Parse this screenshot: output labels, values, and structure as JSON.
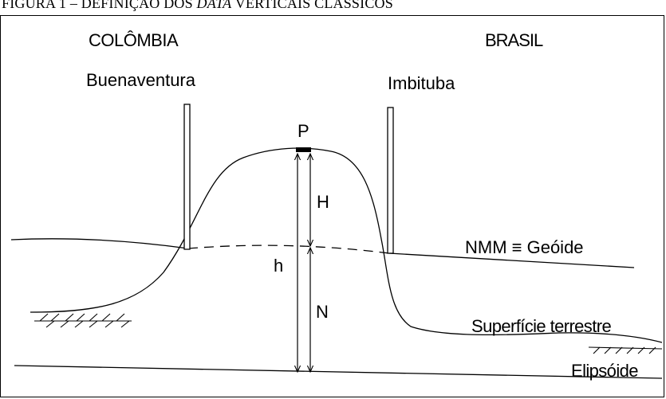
{
  "caption": {
    "prefix": "FIGURA 1 – DEFINIÇÃO DOS ",
    "italic": "DATA",
    "suffix": " VERTICAIS CLÁSSICOS"
  },
  "labels": {
    "country_left": "COLÔMBIA",
    "country_right": "BRASIL",
    "station_left": "Buenaventura",
    "station_right": "Imbituba",
    "point": "P",
    "orthometric_height": "H",
    "ellipsoidal_height": "h",
    "geoid_undulation": "N",
    "geoid": "NMM ≡ Geóide",
    "terrain": "Superfície terrestre",
    "ellipsoid": "Elipsóide"
  }
}
